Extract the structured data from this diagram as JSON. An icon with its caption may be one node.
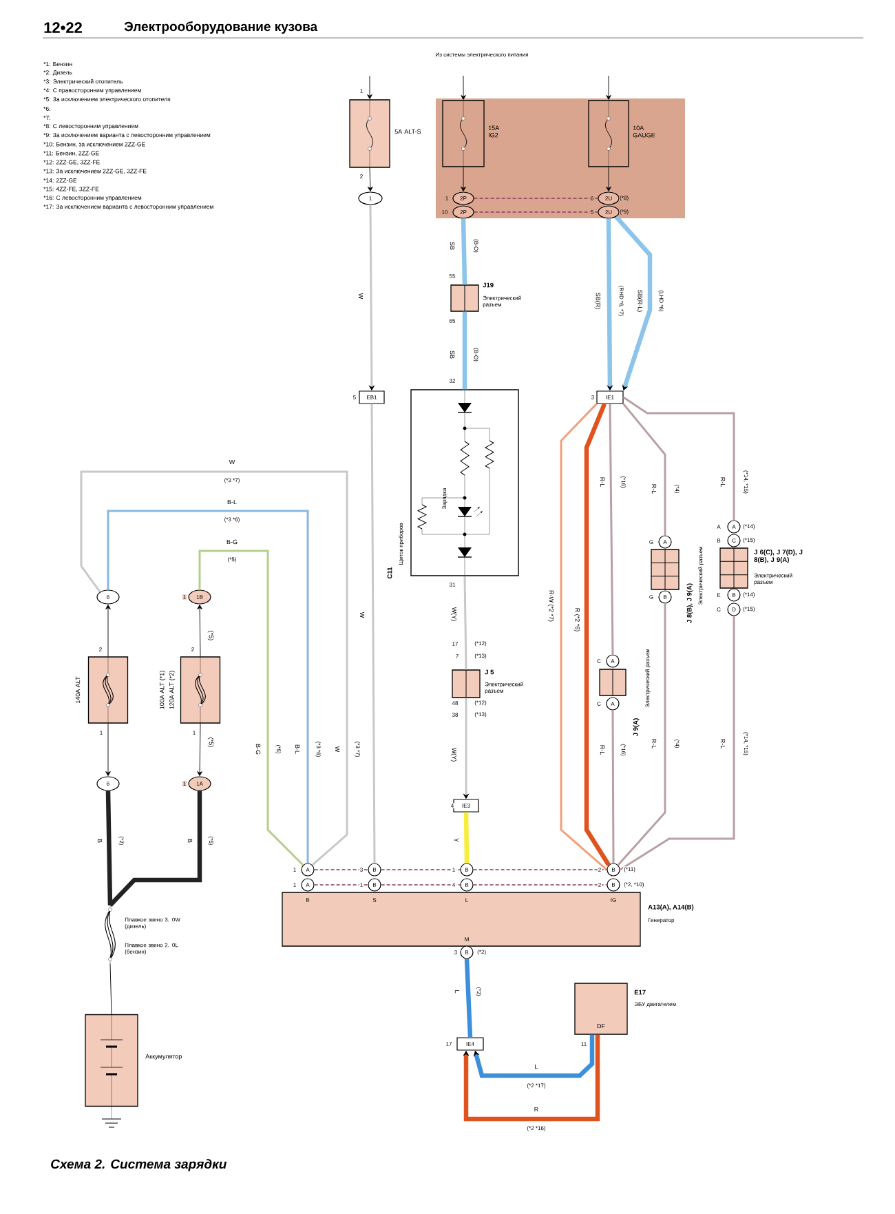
{
  "diagram": {
    "title": "Электрооборудование кузова",
    "caption": "Схема 2. Система зарядки",
    "nodes": [
      {
        "text": [
          "5A ALT-S"
        ]
      },
      {
        "text": [
          "1"
        ]
      },
      {
        "text": [],
        "shape": "box"
      },
      {
        "text": [
          "15A IG2"
        ],
        "in": 2
      },
      {
        "text": [
          "10A GAUGE"
        ],
        "in": 2
      },
      {
        "text": [
          "2P"
        ],
        "in": 2
      },
      {
        "text": [
          "2P"
        ],
        "in": 2
      },
      {
        "text": [
          "2U"
        ],
        "in": 2
      },
      {
        "text": [
          "2U"
        ],
        "in": 2
      },
      {
        "text": [
          "J19",
          "Электрический разъем"
        ]
      },
      {
        "text": [
          "EB1"
        ]
      },
      {
        "text": [
          "IE1"
        ]
      },
      {
        "text": [
          "C11",
          "Щиток приборов"
        ]
      },
      {
        "text": [
          "J 5",
          "Электрический разъем"
        ]
      },
      {
        "text": [
          "IE3"
        ]
      },
      {
        "text": [
          "6"
        ]
      },
      {
        "text": [
          "140A ALT"
        ]
      },
      {
        "text": [
          "6"
        ]
      },
      {
        "text": [
          "1B"
        ]
      },
      {
        "text": [
          "100A ALT (*1)",
          "120A ALT (*2)"
        ]
      },
      {
        "text": [
          "1A"
        ]
      },
      {
        "text": [
          "J 9(A)",
          "Электрический разъем"
        ]
      },
      {
        "text": [
          "J 8(B), J 9(A)",
          "Электрический разъем"
        ]
      },
      {
        "text": [
          "J 6(C), J 7(D), J 8(B), J 9(A)",
          "Электрический разъем"
        ]
      },
      {
        "text": [
          "A"
        ]
      },
      {
        "text": [
          "B"
        ]
      },
      {
        "text": [
          "B"
        ]
      },
      {
        "text": [
          "B"
        ]
      },
      {
        "text": [
          "A"
        ]
      },
      {
        "text": [
          "B"
        ]
      },
      {
        "text": [
          "B"
        ]
      },
      {
        "text": [
          "B"
        ]
      },
      {
        "text": [
          "A13(A), A14(B)",
          "Генератор"
        ]
      },
      {
        "text": [
          "B"
        ]
      },
      {
        "text": [
          "IE4"
        ]
      },
      {
        "text": [
          "E17",
          "ЭБУ двигателем",
          "DF"
        ]
      },
      {
        "text": [
          "Плавкое звено 3. 0W (дизель)",
          "Плавкое звено 2. 0L (бензин)"
        ]
      },
      {
        "text": [
          "Аккумулятор"
        ]
      }
    ],
    "edges": [
      {
        "from": null,
        "to": 0,
        "arrow": "to"
      },
      {
        "from": null,
        "to": 3,
        "arrow": "to"
      },
      {
        "from": null,
        "to": 4,
        "arrow": "to"
      },
      {
        "from": 0,
        "to": 1,
        "arrow": "to"
      },
      {
        "from": 3,
        "to": 5,
        "arrow": "to"
      },
      {
        "from": 4,
        "to": 7,
        "arrow": "to"
      },
      {
        "from": 5,
        "to": 7,
        "arrow": "none",
        "style": "dashed",
        "color": "#8b3a62"
      },
      {
        "from": 6,
        "to": 8,
        "arrow": "none",
        "style": "dashed",
        "color": "#8b3a62"
      },
      {
        "from": 1,
        "to": 10,
        "arrow": "to",
        "label": "W",
        "color": "#c8c8c8"
      },
      {
        "from": 6,
        "to": 9,
        "arrow": "none",
        "label": "SB",
        "style": "thick",
        "color": "#8cc4ea"
      },
      {
        "from": 9,
        "to": 12,
        "arrow": "none",
        "label": "SB",
        "style": "thick",
        "color": "#8cc4ea"
      },
      {
        "from": 8,
        "to": 11,
        "arrow": "to",
        "label": "SB(R)",
        "style": "thick",
        "color": "#8cc4ea"
      },
      {
        "from": 8,
        "to": 11,
        "arrow": "to",
        "label": "SB(R-L)",
        "style": "thick",
        "color": "#8cc4ea"
      },
      {
        "from": 12,
        "to": 13,
        "arrow": "none",
        "label": "W(Y)",
        "color": "#c8c8c8"
      },
      {
        "from": 13,
        "to": 14,
        "arrow": "to",
        "label": "W(Y)",
        "color": "#c8c8c8"
      },
      {
        "from": 14,
        "to": 26,
        "arrow": "none",
        "label": "Y",
        "style": "thick",
        "color": "#f7ee3c"
      },
      {
        "from": 10,
        "to": 25,
        "arrow": "none",
        "label": "W",
        "color": "#c8c8c8"
      },
      {
        "from": 16,
        "to": 15,
        "arrow": "to"
      },
      {
        "from": 16,
        "to": 17,
        "arrow": "to"
      },
      {
        "from": 19,
        "to": 18,
        "arrow": "to",
        "label": "(*5)"
      },
      {
        "from": 19,
        "to": 20,
        "arrow": "to",
        "label": "(*5)"
      },
      {
        "from": 15,
        "to": 24,
        "arrow": "none",
        "label": "W",
        "color": "#c8c8c8"
      },
      {
        "from": 15,
        "to": 24,
        "arrow": "none",
        "label": "B-L",
        "color": "#88b8e0"
      },
      {
        "from": 18,
        "to": 24,
        "arrow": "none",
        "label": "B-G",
        "color": "#b4d08a"
      },
      {
        "from": 17,
        "to": 36,
        "arrow": "none",
        "label": "B",
        "style": "thick",
        "color": "#222222"
      },
      {
        "from": 20,
        "to": 36,
        "arrow": "none",
        "label": "B",
        "style": "thick",
        "color": "#222222"
      },
      {
        "from": 36,
        "to": 37,
        "arrow": "none"
      },
      {
        "from": 11,
        "to": 27,
        "arrow": "none",
        "label": "R-W (*2 *7)",
        "color": "#f2a07a"
      },
      {
        "from": 11,
        "to": 27,
        "arrow": "none",
        "label": "R (*2 *6)",
        "style": "thick",
        "color": "#e0531f"
      },
      {
        "from": 11,
        "to": 21,
        "arrow": "none",
        "label": "R-L",
        "color": "#b8a0a4"
      },
      {
        "from": 21,
        "to": 27,
        "arrow": "none",
        "label": "R-L",
        "color": "#b8a0a4"
      },
      {
        "from": 11,
        "to": 22,
        "arrow": "none",
        "label": "R-L",
        "color": "#b8a0a4"
      },
      {
        "from": 22,
        "to": 27,
        "arrow": "none",
        "label": "R-L",
        "color": "#b8a0a4"
      },
      {
        "from": 11,
        "to": 23,
        "arrow": "none",
        "label": "R-L",
        "color": "#b8a0a4"
      },
      {
        "from": 23,
        "to": 27,
        "arrow": "none",
        "label": "R-L",
        "color": "#b8a0a4"
      },
      {
        "from": 24,
        "to": 25,
        "arrow": "none",
        "style": "dashed",
        "color": "#8b3a62"
      },
      {
        "from": 25,
        "to": 26,
        "arrow": "none",
        "style": "dashed",
        "color": "#8b3a62"
      },
      {
        "from": 26,
        "to": 27,
        "arrow": "none",
        "style": "dashed",
        "color": "#8b3a62"
      },
      {
        "from": 28,
        "to": 29,
        "arrow": "none",
        "style": "dashed",
        "color": "#8b3a62"
      },
      {
        "from": 29,
        "to": 30,
        "arrow": "none",
        "style": "dashed",
        "color": "#8b3a62"
      },
      {
        "from": 30,
        "to": 31,
        "arrow": "none",
        "style": "dashed",
        "color": "#8b3a62"
      },
      {
        "from": 33,
        "to": 34,
        "arrow": "none",
        "label": "L",
        "style": "thick",
        "color": "#3d8fdc"
      },
      {
        "from": 35,
        "to": 34,
        "arrow": "to",
        "label": "L",
        "style": "thick",
        "color": "#3d8fdc"
      },
      {
        "from": 35,
        "to": 34,
        "arrow": "to",
        "label": "R",
        "style": "thick",
        "color": "#e0531f"
      }
    ],
    "labels": [
      "12•22",
      "*1: Бензин",
      "*2: Дизель",
      "*3: Электрический отопитель",
      "*4: С правосторонним управлением",
      "*5: За исключением электрического отопителя",
      "*6:",
      "*7:",
      "*8: С левосторонним управлением",
      "*9: За исключением варианта с левосторонним управлением",
      "*10: Бензин, за исключением 2ZZ-GE",
      "*11: Бензин, 2ZZ-GE",
      "*12: 2ZZ-GE, 3ZZ-FE",
      "*13: За исключением 2ZZ-GE, 3ZZ-FE",
      "*14: 2ZZ-GE",
      "*15: 4ZZ-FE, 3ZZ-FE",
      "*16: С левосторонним управлением",
      "*17: За исключением варианта с левосторонним управлением",
      "Из системы электрического питания",
      "1",
      "2",
      "1",
      "6",
      "(*8)",
      "10",
      "5",
      "(*9)",
      "(B-O)",
      "55",
      "65",
      "(B-O)",
      "(RHD *6, *7)",
      "(LHD *6)",
      "32",
      "5",
      "3",
      "W",
      "(*3 *7)",
      "B-L",
      "(*3 *6)",
      "B-G",
      "(*5)",
      "(*16)",
      "(*4)",
      "(*14, *15)",
      "A",
      "A",
      "(*14)",
      "G",
      "A",
      "B",
      "C",
      "(*15)",
      "Зарядка",
      "31",
      "G",
      "B",
      "E",
      "B",
      "(*14)",
      "C",
      "D",
      "(*15)",
      "1",
      "2",
      "2",
      "17",
      "(*12)",
      "7",
      "(*13)",
      "C",
      "A",
      "48",
      "(*12)",
      "38",
      "(*13)",
      "C",
      "A",
      "1",
      "1",
      "(*5)",
      "(*3 *6)",
      "(*3 *7)",
      "(*16)",
      "(*4)",
      "(*14, *15)",
      "1",
      "4",
      "(*2)",
      "(*5)",
      "1",
      "3",
      "1",
      "2",
      "(*11)",
      "1",
      "1",
      "4",
      "2",
      "(*2, *10)",
      "B",
      "S",
      "L",
      "IG",
      "M",
      "3",
      "(*2)",
      "(*2)",
      "17",
      "11",
      "(*2 *17)",
      "(*2 *16)"
    ]
  }
}
